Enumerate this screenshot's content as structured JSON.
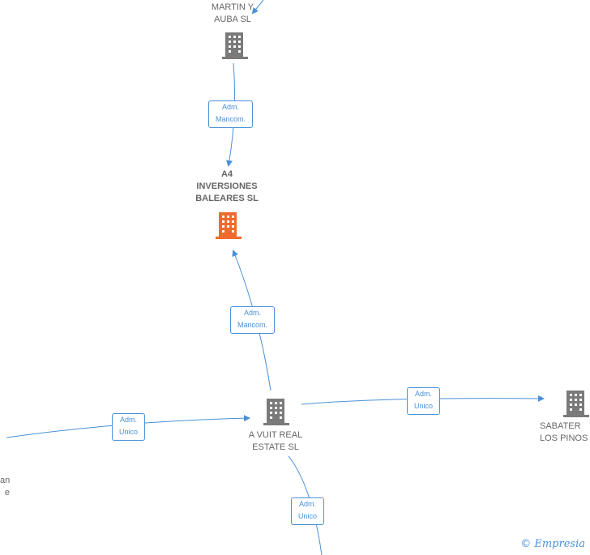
{
  "nodes": [
    {
      "id": "martin",
      "label": "MARTIN Y\nAUBA  SL",
      "color": "#7a7a7a"
    },
    {
      "id": "a4",
      "label": "A4\nINVERSIONES\nBALEARES  SL",
      "color": "#f06a2e"
    },
    {
      "id": "avuit",
      "label": "A VUIT REAL\nESTATE  SL",
      "color": "#7a7a7a"
    },
    {
      "id": "sabater",
      "label": "SABATER\nLOS PINOS",
      "color": "#7a7a7a"
    },
    {
      "id": "leftfrag",
      "label": "an\ne",
      "color": "#7a7a7a"
    }
  ],
  "edges": [
    {
      "id": "martin-to-a4",
      "label": "Adm.\nMancom."
    },
    {
      "id": "avuit-to-a4",
      "label": "Adm.\nMancom."
    },
    {
      "id": "avuit-to-sabater",
      "label": "Adm.\nUnico"
    },
    {
      "id": "left-to-avuit",
      "label": "Adm.\nUnico"
    },
    {
      "id": "bottom-to-avuit",
      "label": "Adm.\nUnico"
    }
  ],
  "colors": {
    "edge": "#4a90d9",
    "building": "#7a7a7a",
    "focus_building": "#f06a2e"
  },
  "watermark": {
    "symbol": "©",
    "text": "Empresia"
  }
}
